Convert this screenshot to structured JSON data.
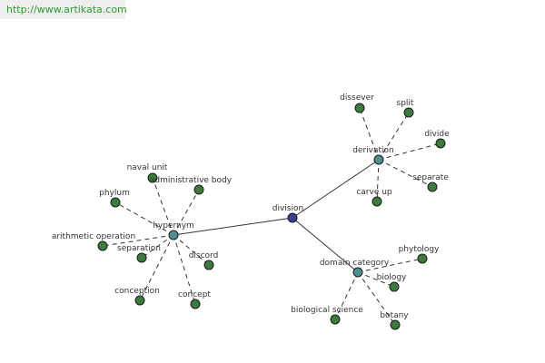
{
  "banner": {
    "url": "http://www.artikata.com"
  },
  "colors": {
    "root": "#3b3f8f",
    "hub": "#4f8f8f",
    "leaf": "#3d7a3d",
    "edge": "#333333"
  },
  "graph": {
    "root": "division",
    "hubs": [
      {
        "label": "derivation",
        "leaves": [
          "dissever",
          "split",
          "divide",
          "separate",
          "carve up"
        ]
      },
      {
        "label": "hypernym",
        "leaves": [
          "naval unit",
          "administrative body",
          "phylum",
          "arithmetic operation",
          "separation",
          "discord",
          "conception",
          "concept"
        ]
      },
      {
        "label": "domain category",
        "leaves": [
          "phytology",
          "biology",
          "biological science",
          "botany"
        ]
      }
    ]
  }
}
